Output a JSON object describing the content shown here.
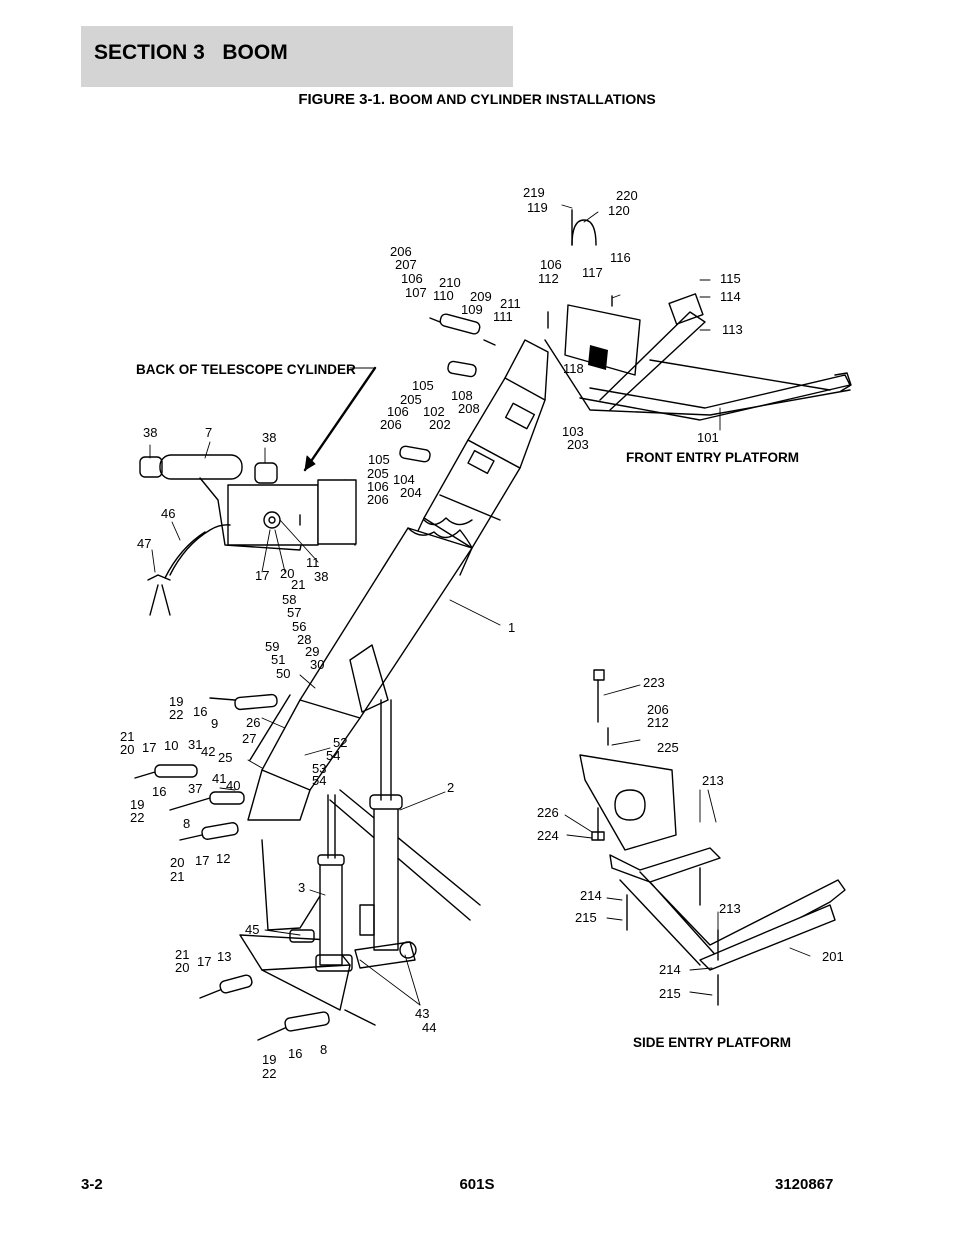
{
  "header": {
    "section_title": "SECTION 3   BOOM"
  },
  "figure": {
    "number": "FIGURE 3-1.",
    "title": "BOOM AND CYLINDER INSTALLATIONS"
  },
  "captions": {
    "back_of_telescope_cylinder": "BACK OF TELESCOPE CYLINDER",
    "front_entry_platform": "FRONT ENTRY PLATFORM",
    "side_entry_platform": "SIDE ENTRY PLATFORM"
  },
  "callouts": {
    "c219": "219",
    "c119": "119",
    "c220": "220",
    "c120": "120",
    "c206a": "206",
    "c207": "207",
    "c106a": "106",
    "c107": "107",
    "c210": "210",
    "c110": "110",
    "c209": "209",
    "c109": "109",
    "c211": "211",
    "c111": "111",
    "c106b": "106",
    "c112": "112",
    "c117": "117",
    "c116": "116",
    "c115": "115",
    "c114": "114",
    "c113": "113",
    "c118": "118",
    "c103": "103",
    "c203": "203",
    "c101": "101",
    "c105a": "105",
    "c205a": "205",
    "c106c": "106",
    "c206b": "206",
    "c108": "108",
    "c208": "208",
    "c102": "102",
    "c202": "202",
    "c105b": "105",
    "c205b": "205",
    "c106d": "106",
    "c206c": "206",
    "c104": "104",
    "c204": "204",
    "c38a": "38",
    "c7": "7",
    "c38b": "38",
    "c46": "46",
    "c47": "47",
    "c17a": "17",
    "c20a": "20",
    "c21a": "21",
    "c11": "11",
    "c38c": "38",
    "c58": "58",
    "c57": "57",
    "c56": "56",
    "c28": "28",
    "c29": "29",
    "c30": "30",
    "c59": "59",
    "c51": "51",
    "c50": "50",
    "c1": "1",
    "c19a": "19",
    "c22a": "22",
    "c16a": "16",
    "c9": "9",
    "c26": "26",
    "c21b": "21",
    "c20b": "20",
    "c17b": "17",
    "c10": "10",
    "c31": "31",
    "c42": "42",
    "c25": "25",
    "c27": "27",
    "c52": "52",
    "c54a": "54",
    "c53": "53",
    "c54b": "54",
    "c41": "41",
    "c40": "40",
    "c16b": "16",
    "c37": "37",
    "c19b": "19",
    "c22b": "22",
    "c8a": "8",
    "c20c": "20",
    "c21c": "21",
    "c17c": "17",
    "c12": "12",
    "c2": "2",
    "c3": "3",
    "c45": "45",
    "c21d": "21",
    "c20d": "20",
    "c17d": "17",
    "c13": "13",
    "c43": "43",
    "c44": "44",
    "c19c": "19",
    "c22c": "22",
    "c16c": "16",
    "c8b": "8",
    "c223": "223",
    "c206d": "206",
    "c212": "212",
    "c225": "225",
    "c226": "226",
    "c224": "224",
    "c213a": "213",
    "c214a": "214",
    "c215a": "215",
    "c213b": "213",
    "c201": "201",
    "c214b": "214",
    "c215b": "215"
  },
  "footer": {
    "page": "3-2",
    "model": "601S",
    "doc_number": "3120867"
  }
}
